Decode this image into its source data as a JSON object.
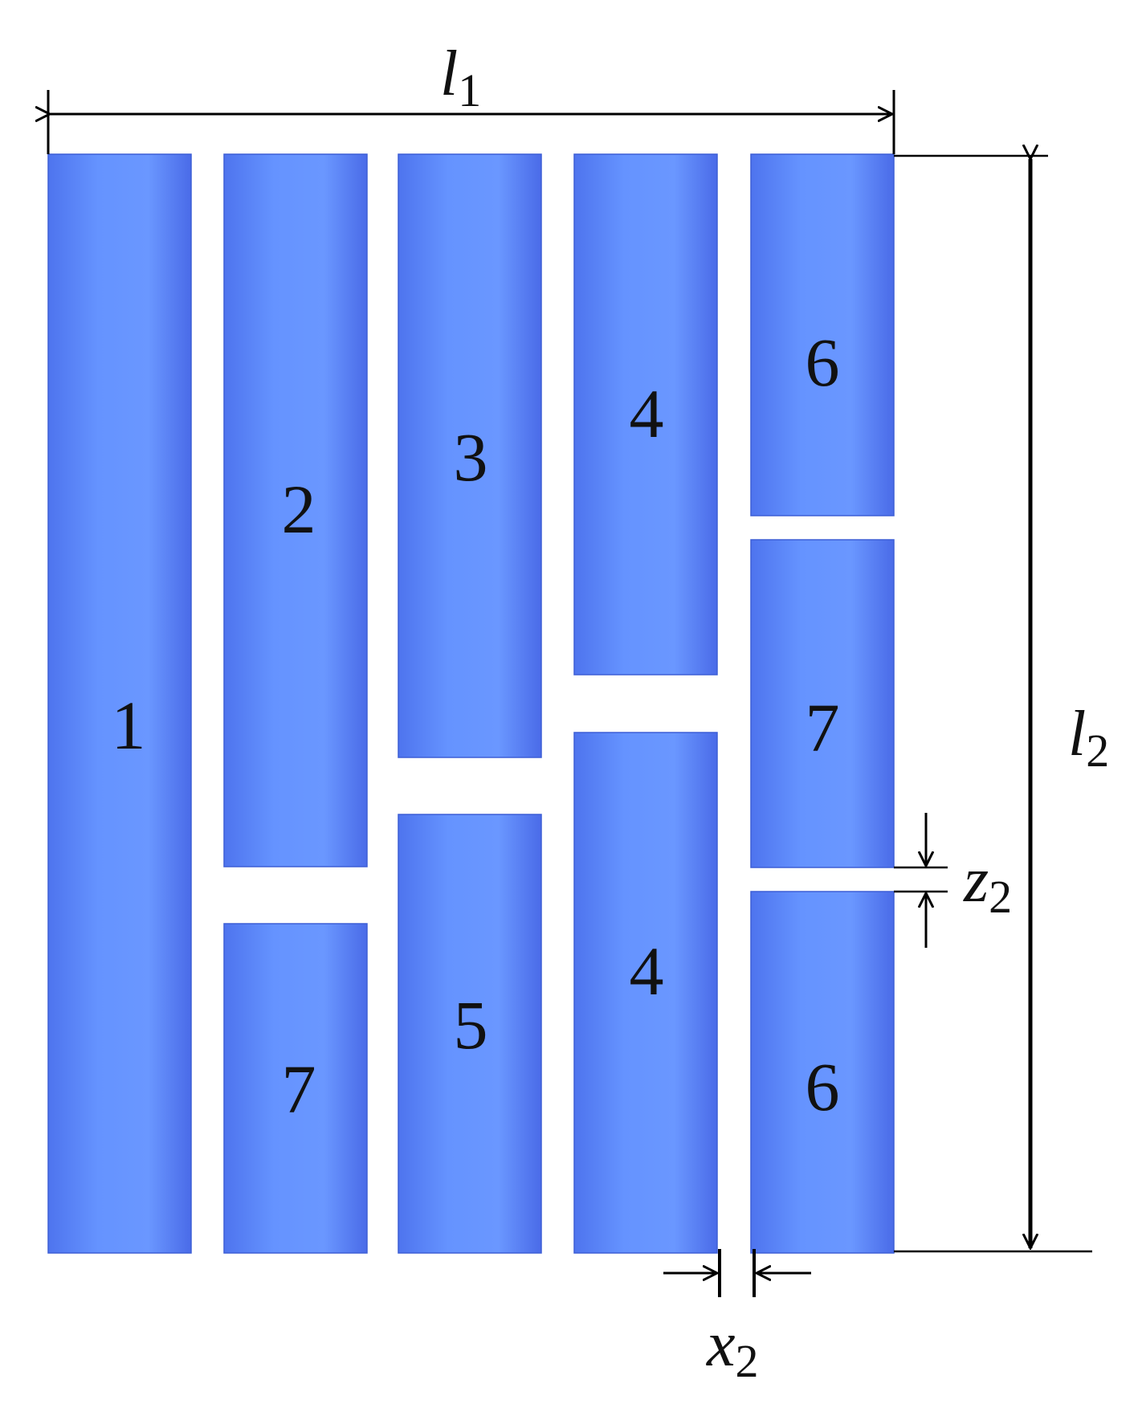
{
  "diagram": {
    "bars": [
      {
        "label": "1"
      },
      {
        "label": "2"
      },
      {
        "label": "7"
      },
      {
        "label": "3"
      },
      {
        "label": "5"
      },
      {
        "label": "4"
      },
      {
        "label": "4"
      },
      {
        "label": "6"
      },
      {
        "label": "7"
      },
      {
        "label": "6"
      }
    ],
    "dimensions": {
      "l1": {
        "symbol": "l",
        "subscript": "1"
      },
      "l2": {
        "symbol": "l",
        "subscript": "2"
      },
      "z2": {
        "symbol": "z",
        "subscript": "2"
      },
      "x2": {
        "symbol": "x",
        "subscript": "2"
      }
    },
    "colors": {
      "bar_fill": "#5b86f8",
      "bar_edge": "#4a6fe6",
      "line": "#000000",
      "background": "#ffffff"
    }
  }
}
